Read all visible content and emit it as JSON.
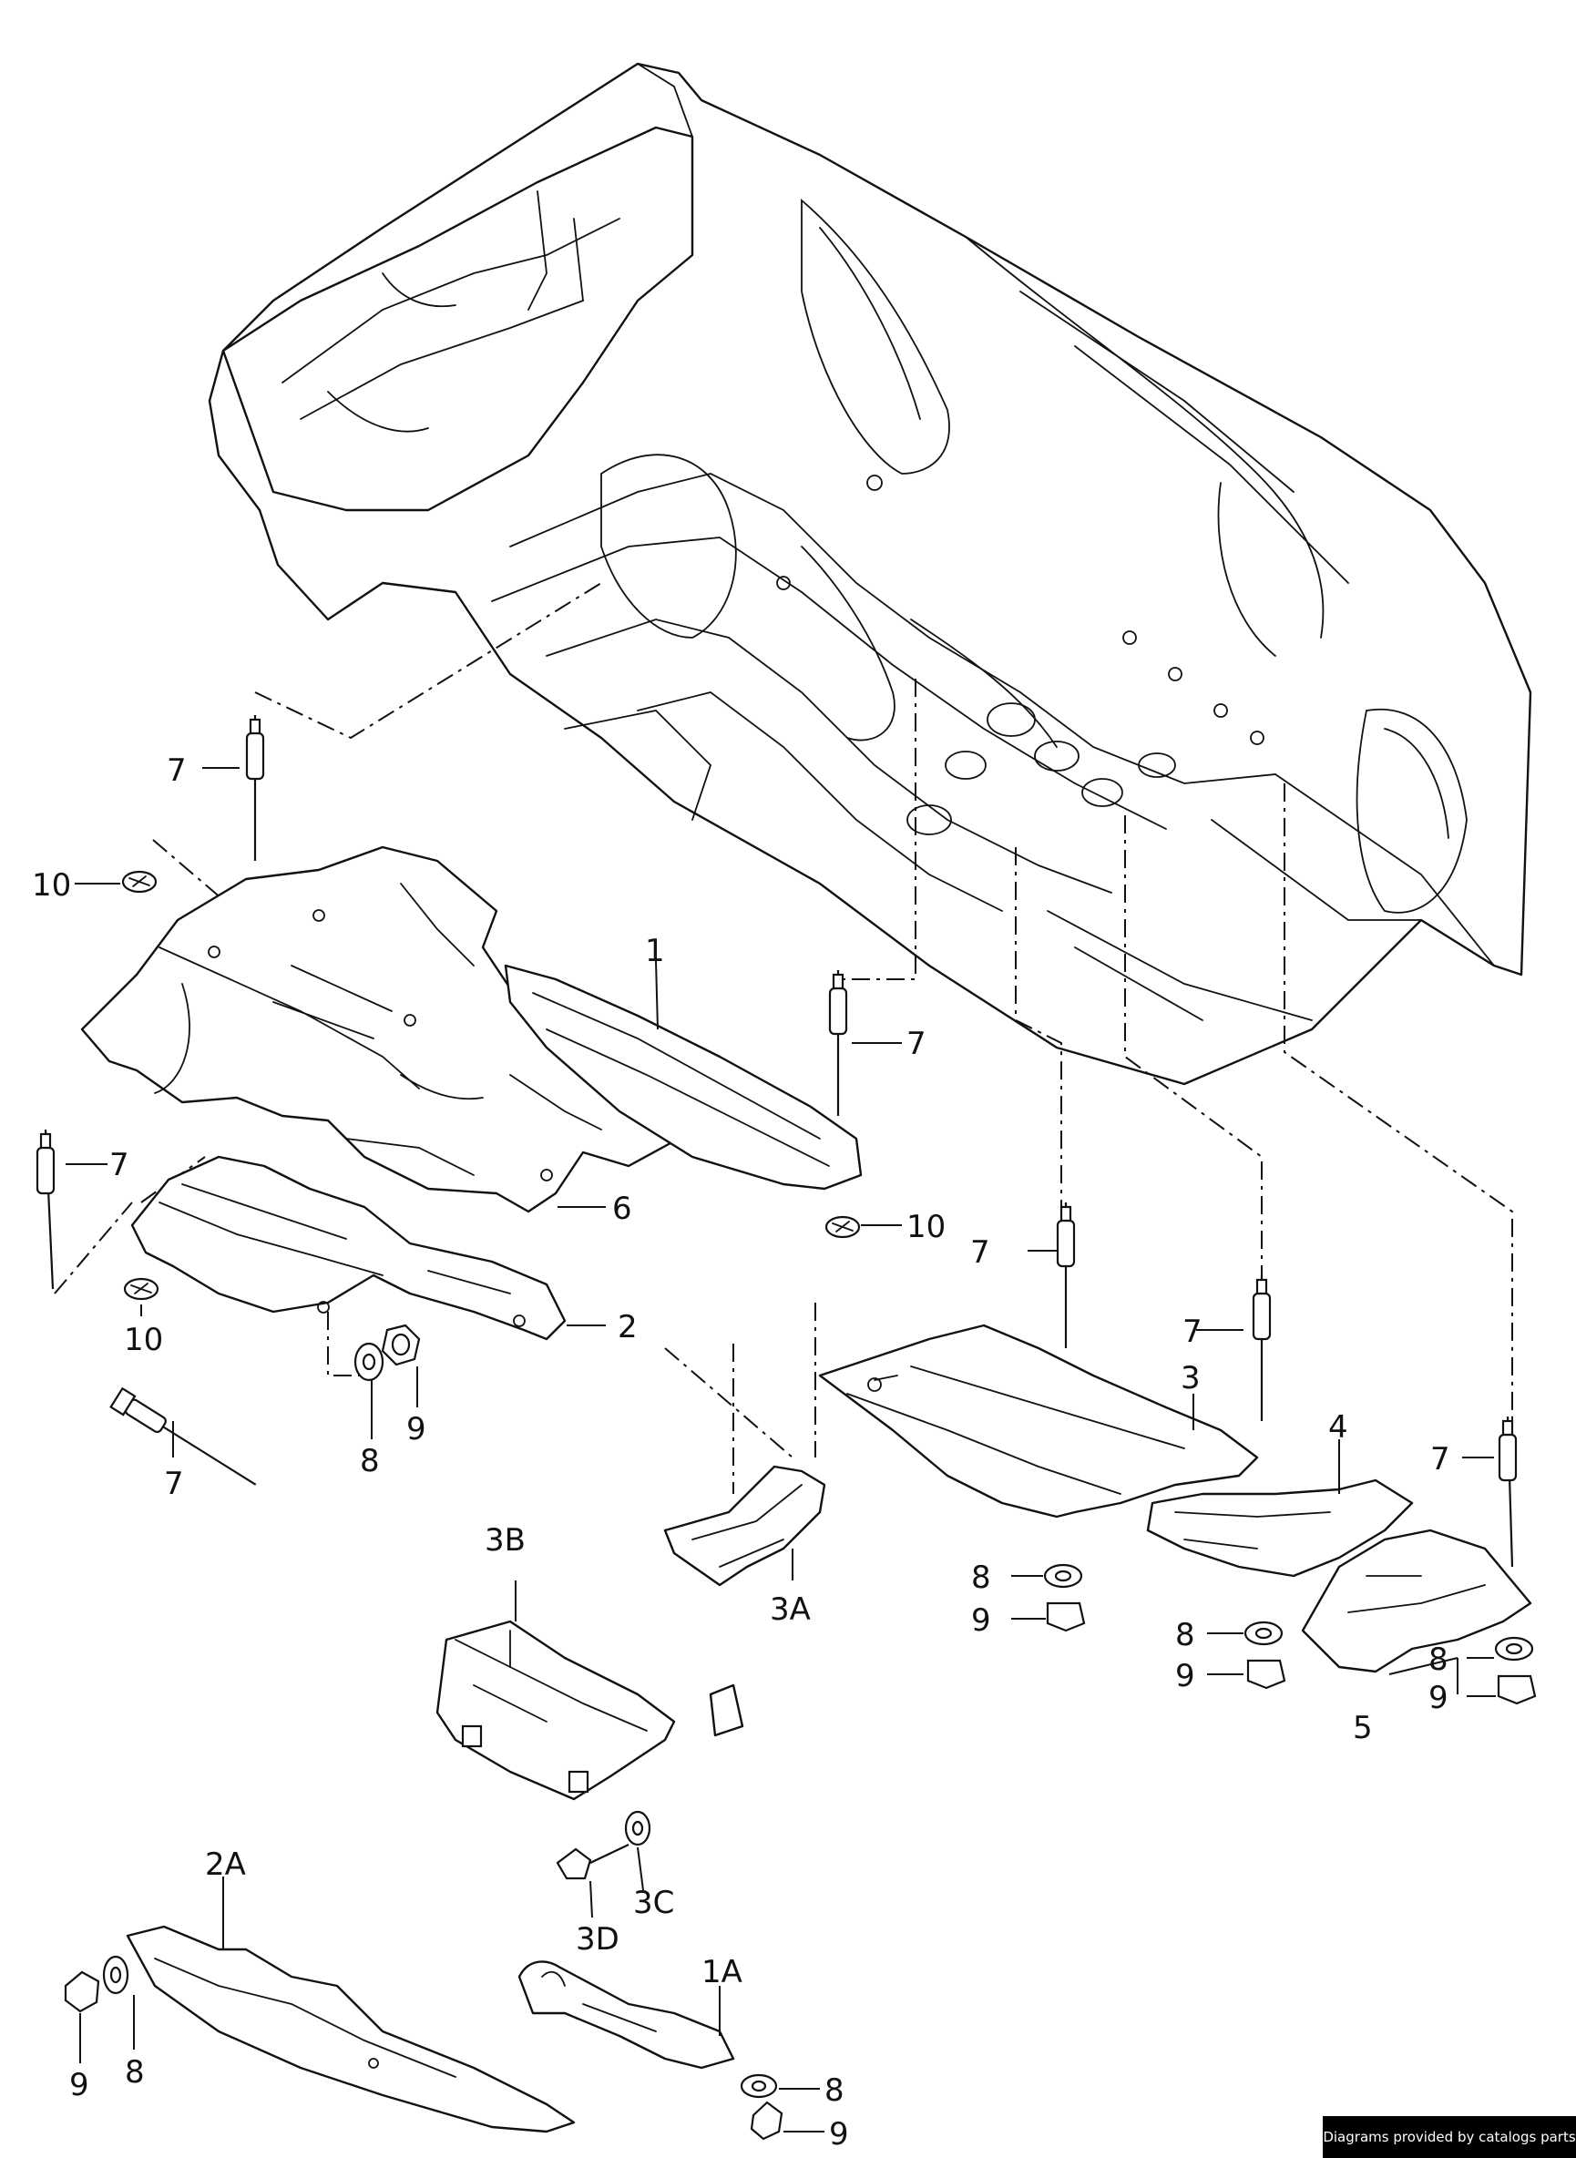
{
  "labels": {
    "l1": "1",
    "l1a": "1A",
    "l2": "2",
    "l2a": "2A",
    "l3": "3",
    "l3a": "3A",
    "l3b": "3B",
    "l3c": "3C",
    "l3d": "3D",
    "l4": "4",
    "l5": "5",
    "l6": "6",
    "l7": "7",
    "l8": "8",
    "l9": "9",
    "l10": "10"
  },
  "credit": "Diagrams provided by catalogs parts"
}
